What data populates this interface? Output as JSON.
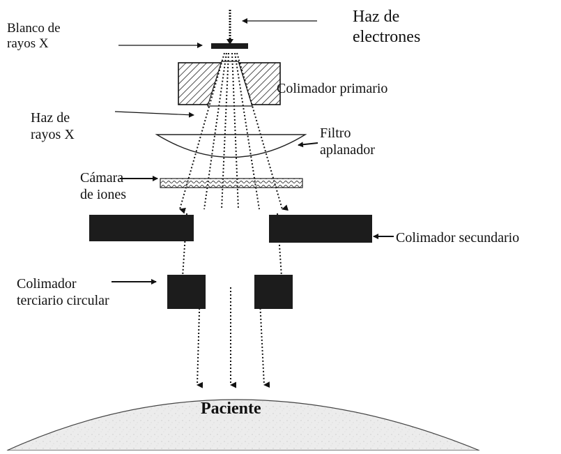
{
  "labels": {
    "haz_electrones": [
      "Haz de",
      "electrones"
    ],
    "blanco": [
      "Blanco de",
      "rayos X"
    ],
    "colimador_primario": "Colimador primario",
    "haz_rayos": [
      "Haz de",
      "rayos X"
    ],
    "filtro": [
      "Filtro",
      "aplanador"
    ],
    "camara": [
      "Cámara",
      "de iones"
    ],
    "colimador_secundario": "Colimador secundario",
    "colimador_terciario": [
      "Colimador",
      "terciario circular"
    ],
    "paciente": "Paciente"
  },
  "colors": {
    "ink": "#111111",
    "patient_fill": "#ececec",
    "block": "#1c1c1c"
  }
}
